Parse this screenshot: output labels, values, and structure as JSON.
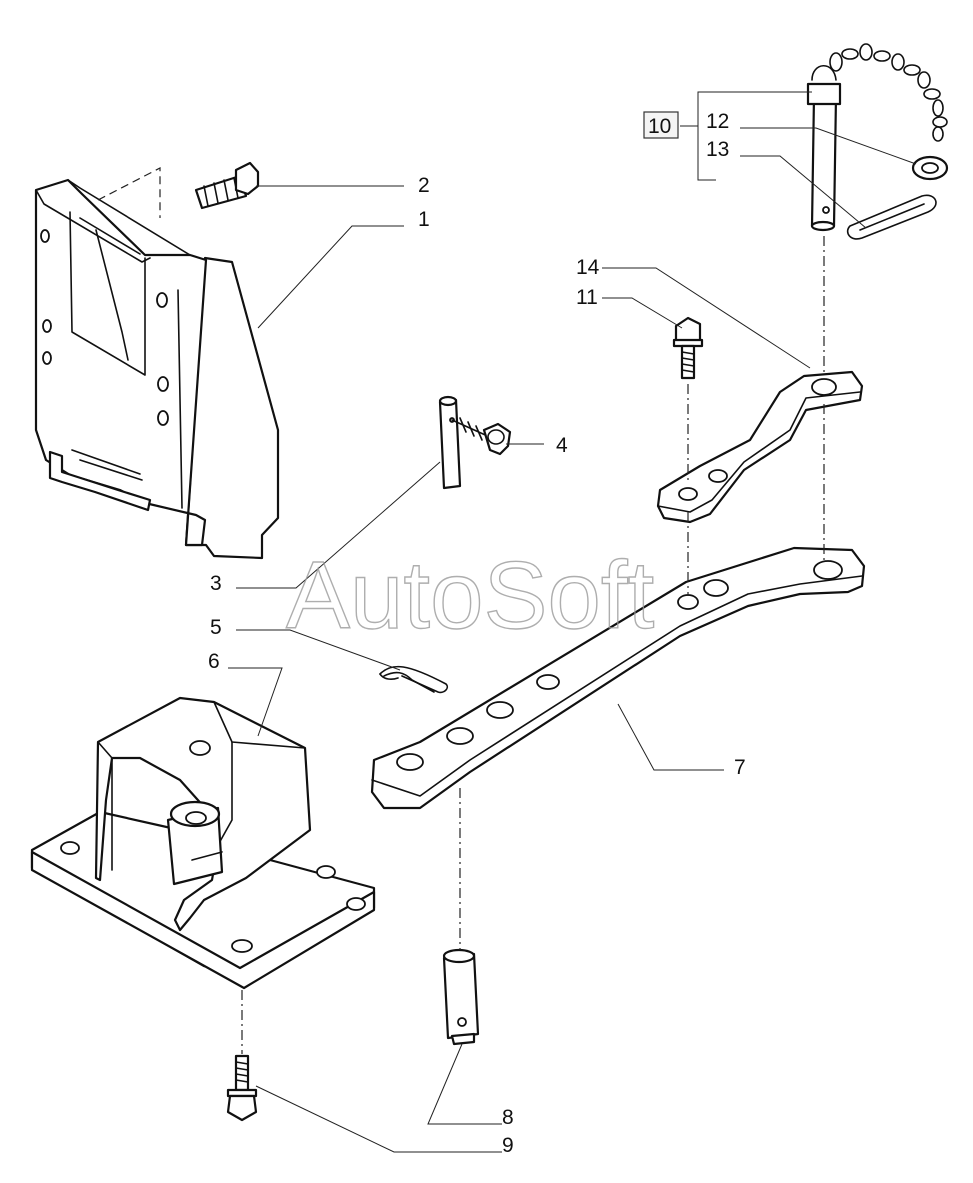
{
  "diagram": {
    "watermark": "AutoSoft",
    "callouts": {
      "c1": "1",
      "c2": "2",
      "c3": "3",
      "c4": "4",
      "c5": "5",
      "c6": "6",
      "c7": "7",
      "c8": "8",
      "c9": "9",
      "c10": "10",
      "c11": "11",
      "c12": "12",
      "c13": "13",
      "c14": "14"
    }
  }
}
